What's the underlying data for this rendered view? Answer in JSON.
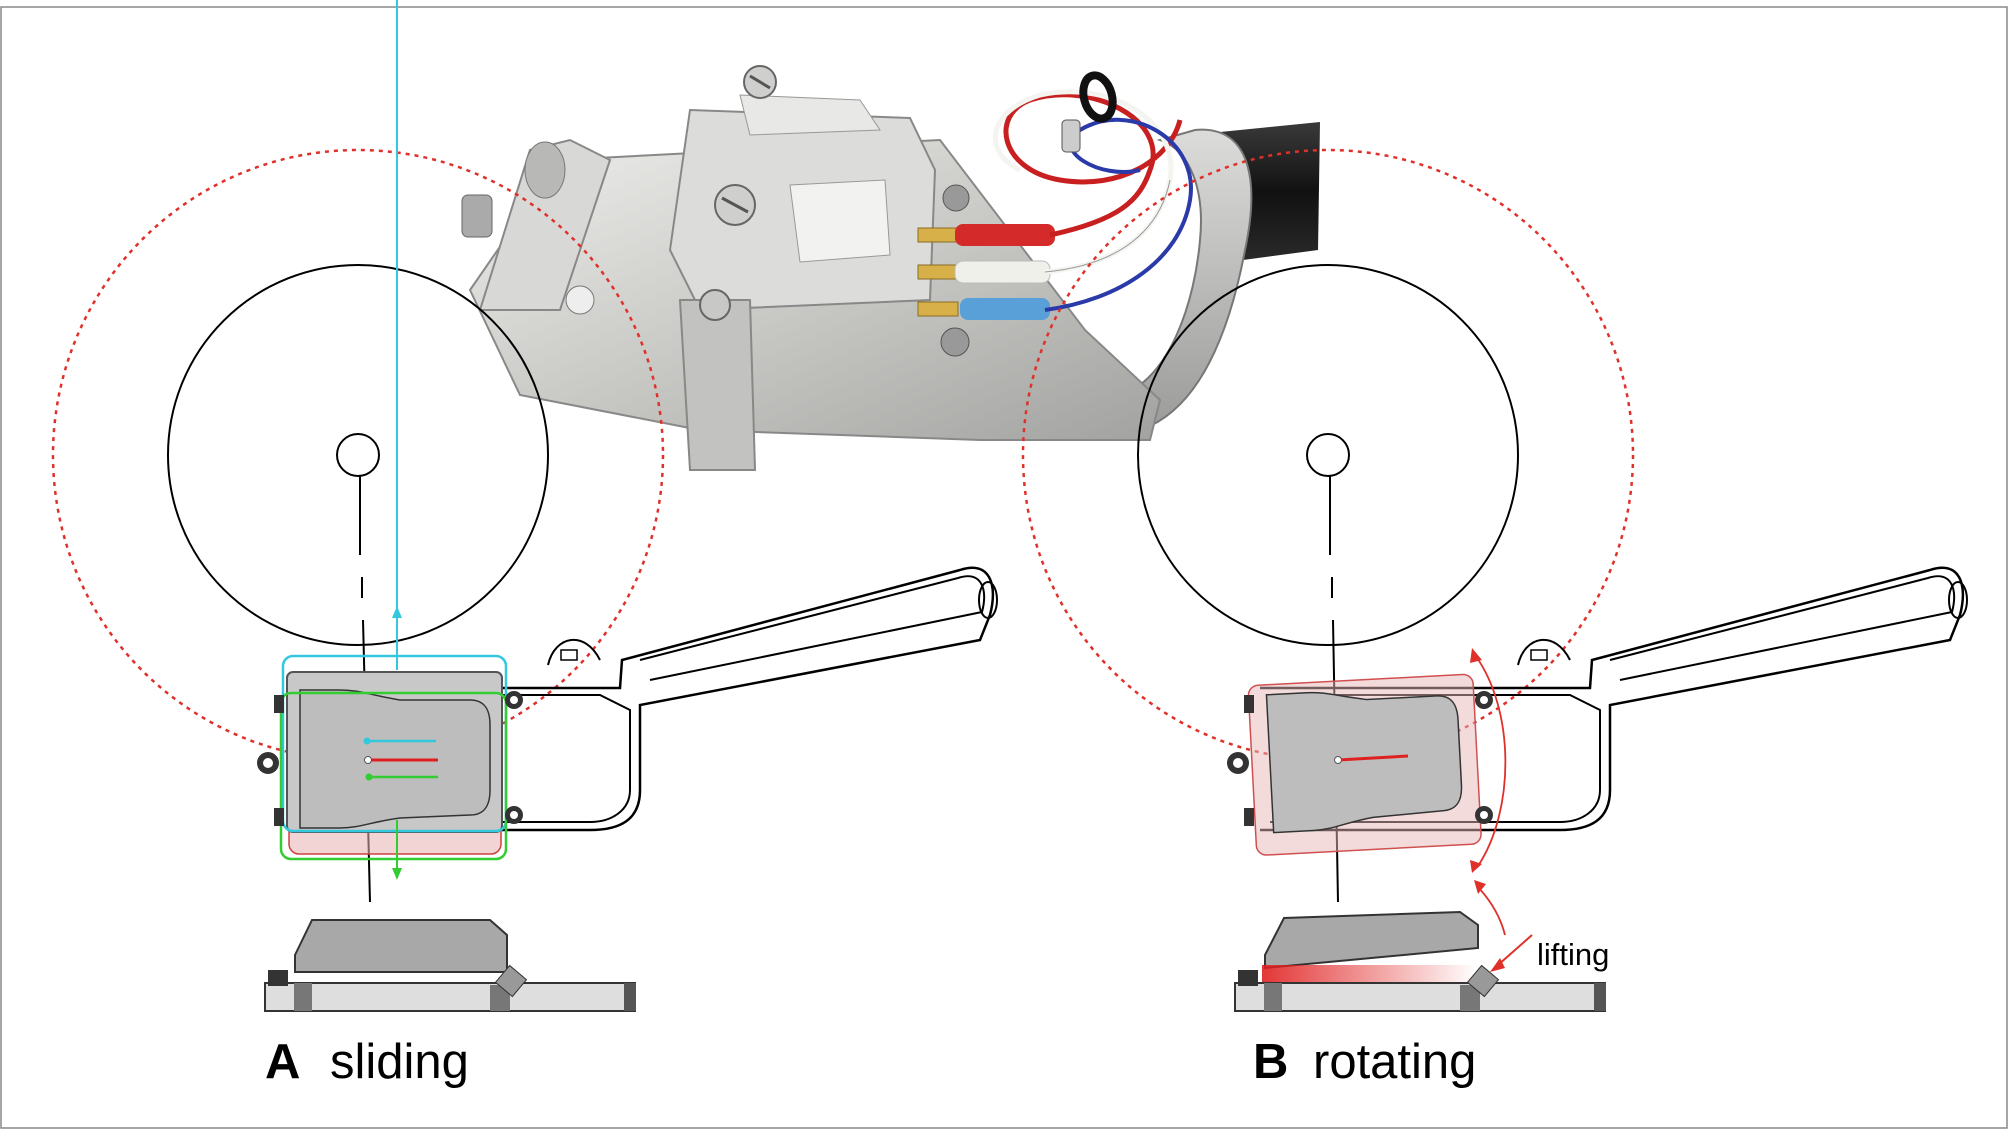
{
  "panels": [
    {
      "letter": "A",
      "word": "sliding"
    },
    {
      "letter": "B",
      "word": "rotating"
    }
  ],
  "annotation": {
    "lifting": "lifting"
  },
  "colors": {
    "red_circle": "#e0302a",
    "cyan_frame": "#33c8dd",
    "green_frame": "#33cc33",
    "red_mark": "#e02020",
    "aluminium": "#c8c8c6",
    "cable": "#222222"
  }
}
